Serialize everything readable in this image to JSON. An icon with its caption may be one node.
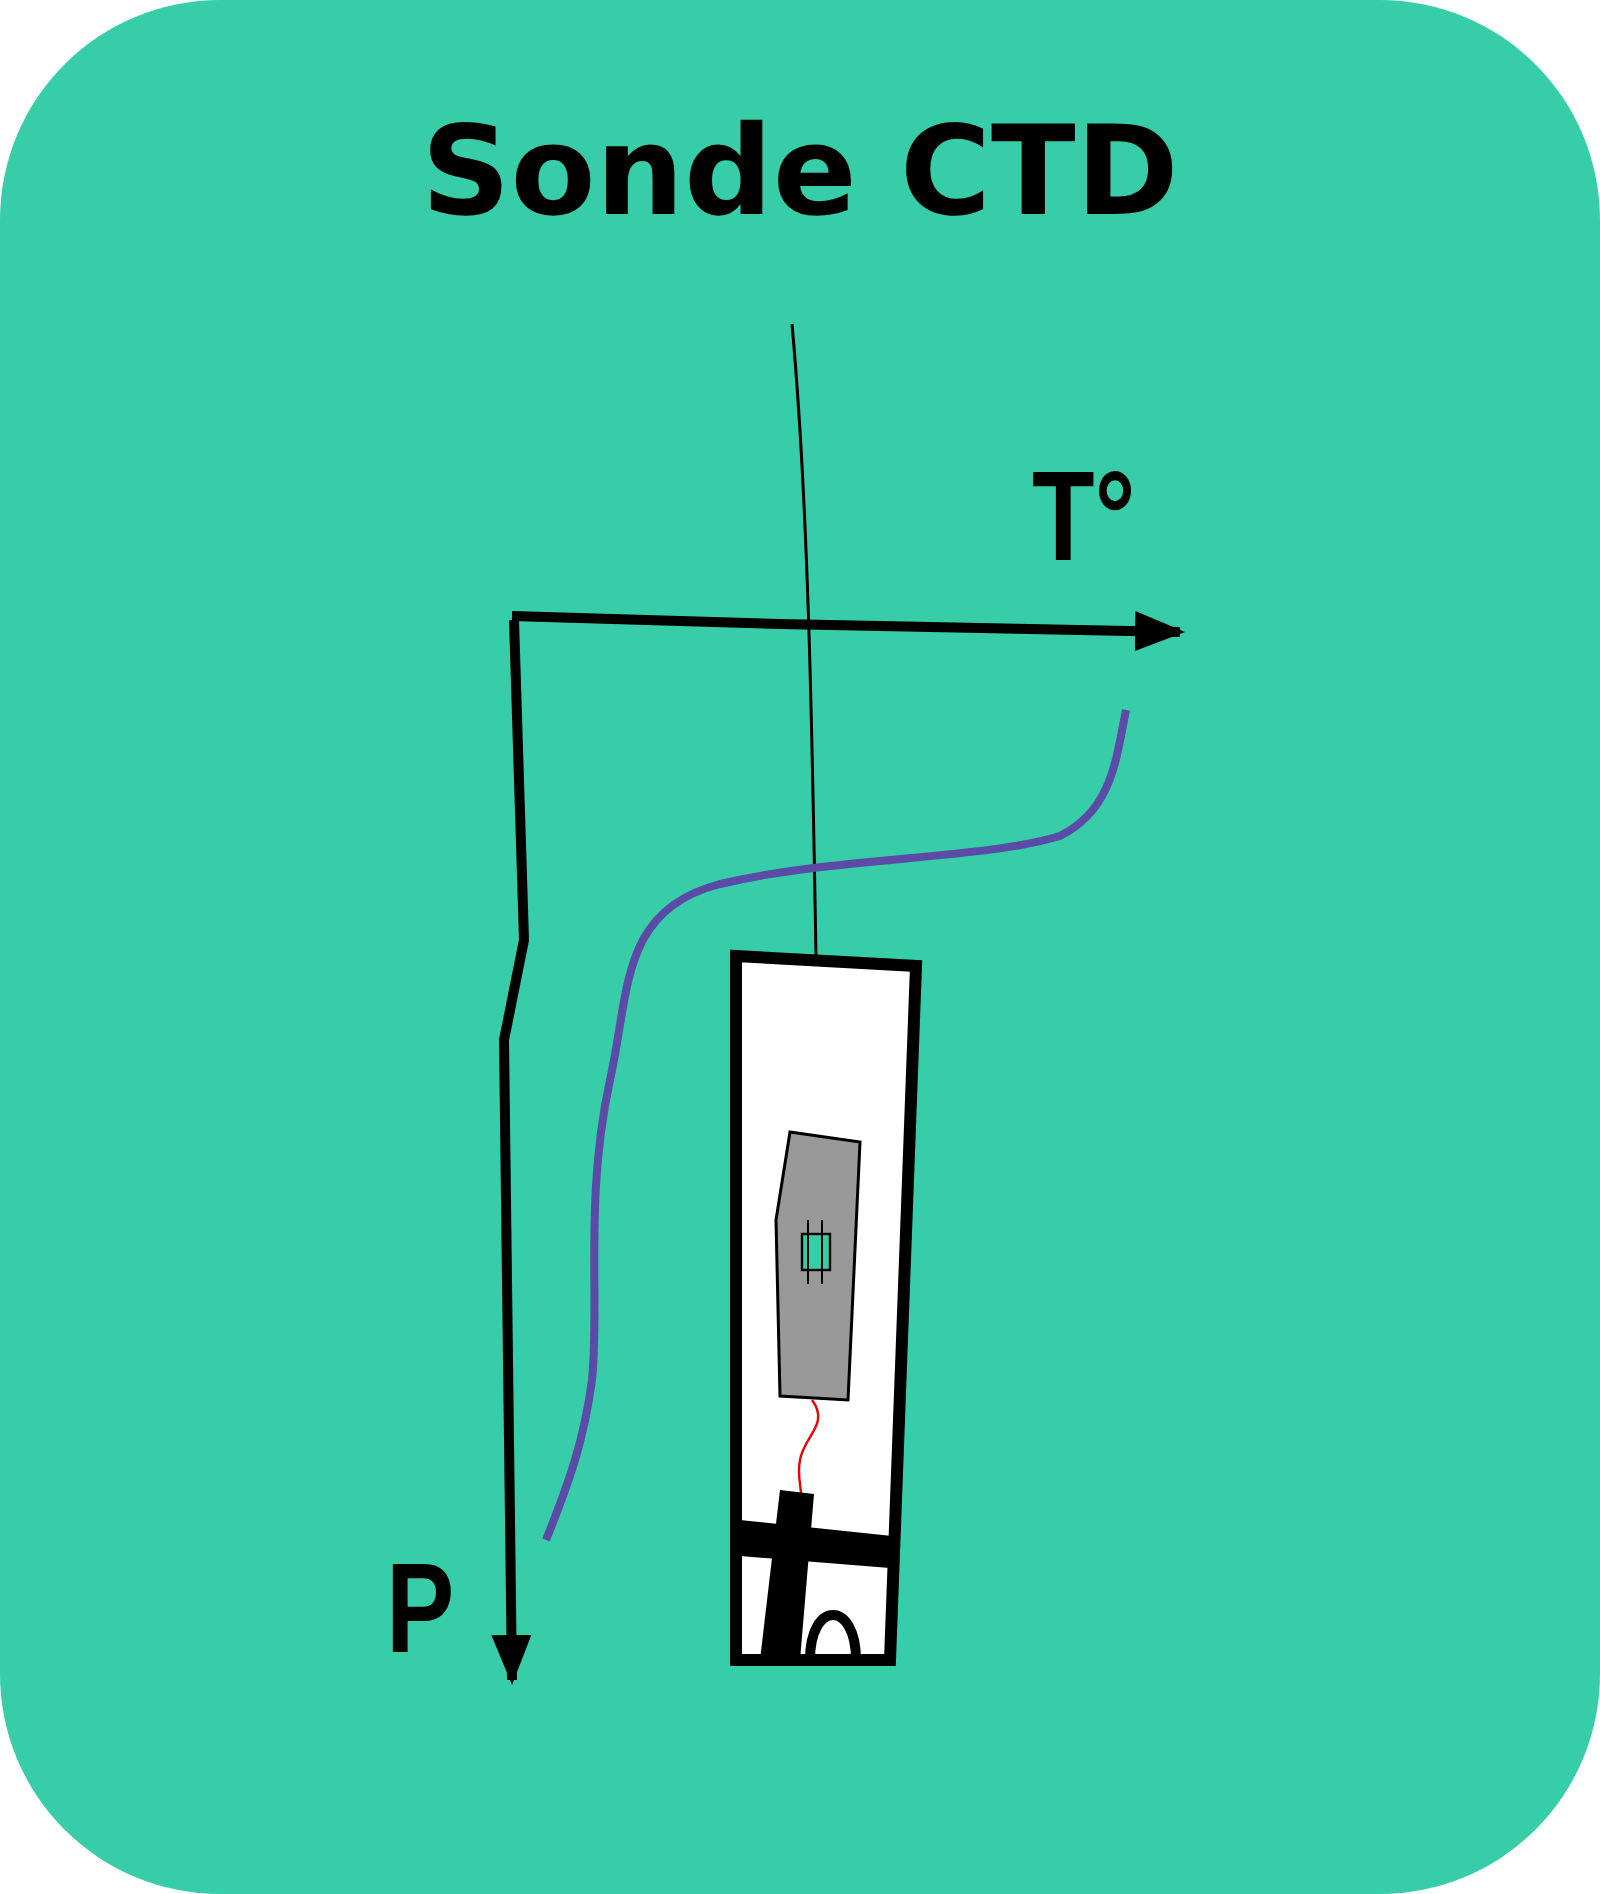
{
  "diagram": {
    "title": "Sonde CTD",
    "labels": [
      "T°",
      "P"
    ]
  }
}
